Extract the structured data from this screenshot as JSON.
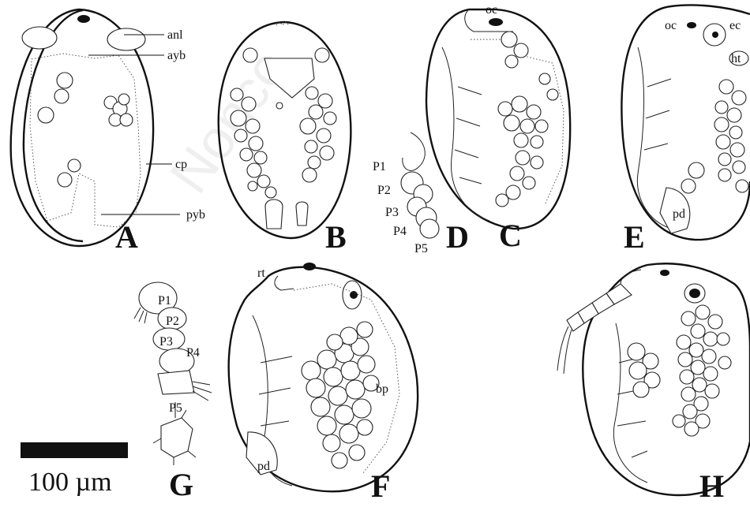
{
  "watermark": "Nonco",
  "panels": [
    {
      "letter": "A"
    },
    {
      "letter": "B"
    },
    {
      "letter": "C"
    },
    {
      "letter": "D"
    },
    {
      "letter": "E"
    },
    {
      "letter": "F"
    },
    {
      "letter": "G"
    },
    {
      "letter": "H"
    }
  ],
  "labels": {
    "anl": "anl",
    "ayb": "ayb",
    "cp": "cp",
    "pyb": "pyb",
    "oc_c": "oc",
    "oc_e": "oc",
    "ec": "ec",
    "ht": "ht",
    "pd_e": "pd",
    "rt": "rt",
    "bp": "bp",
    "pd_f": "pd"
  },
  "appendages_d": [
    "P1",
    "P2",
    "P3",
    "P4",
    "P5"
  ],
  "appendages_g": [
    "P1",
    "P2",
    "P3",
    "P4",
    "P5"
  ],
  "scale_bar": {
    "label": "100 µm",
    "color": "#111111"
  }
}
